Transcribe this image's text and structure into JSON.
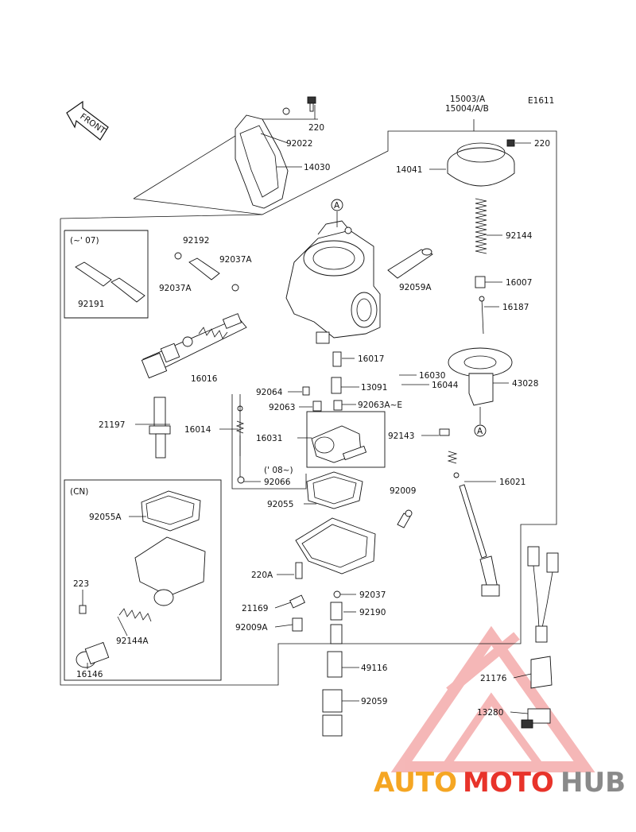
{
  "diagram_code": "E1611",
  "front_label": "FRONT",
  "notes": {
    "up_to_07": "(~' 07)",
    "from_08": "(' 08~)",
    "cn": "(CN)"
  },
  "callouts": {
    "a": "A"
  },
  "labels": [
    "15003/A",
    "15004/A/B",
    "220",
    "92022",
    "14030",
    "14041",
    "92144",
    "16007",
    "16187",
    "43028",
    "16030",
    "16044",
    "92192",
    "92037A",
    "92037A",
    "92059A",
    "92191",
    "16016",
    "16017",
    "92064",
    "13091",
    "92063",
    "92063A~E",
    "21197",
    "16014",
    "16031",
    "92143",
    "16021",
    "92066",
    "92055",
    "92009",
    "92055A",
    "223",
    "92144A",
    "16146",
    "220A",
    "92037",
    "21169",
    "92190",
    "92009A",
    "49116",
    "92059",
    "21176",
    "13280",
    "220"
  ],
  "watermark": {
    "part1": "AUTO",
    "part2": "MOTO",
    "part3": "HUB"
  },
  "colors": {
    "line": "#111111",
    "wm_orange": "#f5a623",
    "wm_red": "#e8332a",
    "wm_gray": "#8a8a8a"
  }
}
